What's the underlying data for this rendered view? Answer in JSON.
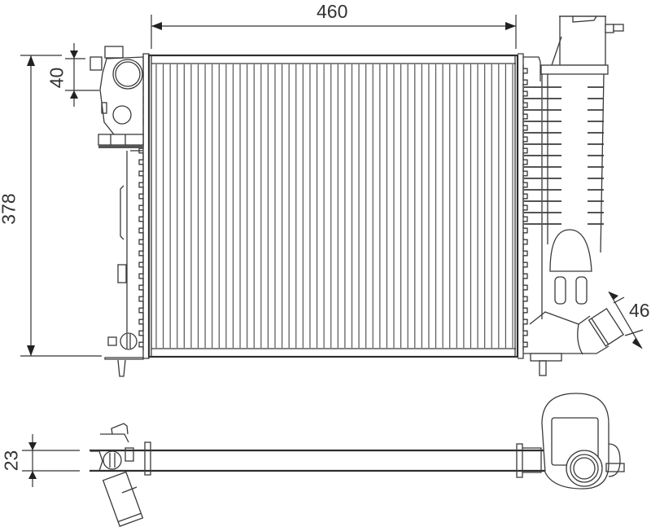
{
  "diagram": {
    "subject": "Radiator technical drawing",
    "views": [
      "front-view",
      "bottom-view"
    ],
    "line_color": "#3a3a3a",
    "background": "#ffffff"
  },
  "dimensions": {
    "width": {
      "value": "460",
      "orientation": "horizontal"
    },
    "height": {
      "value": "378",
      "orientation": "vertical"
    },
    "inlet_offset": {
      "value": "40",
      "orientation": "vertical"
    },
    "outlet_diameter": {
      "value": "46",
      "orientation": "diagonal"
    },
    "core_thickness": {
      "value": "23",
      "orientation": "vertical"
    }
  },
  "core": {
    "fin_count": 52
  }
}
